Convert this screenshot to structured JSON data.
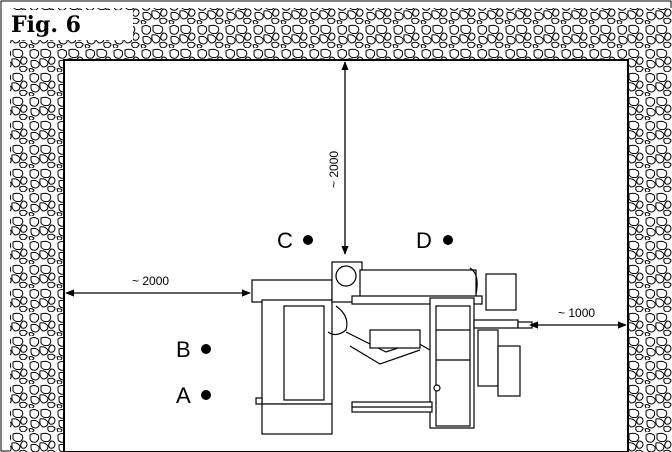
{
  "figure_label": "Fig. 6",
  "points": [
    {
      "id": "C",
      "label": "C"
    },
    {
      "id": "D",
      "label": "D"
    },
    {
      "id": "B",
      "label": "B"
    },
    {
      "id": "A",
      "label": "A"
    }
  ],
  "dimensions": {
    "top_clearance": "~ 2000",
    "left_clearance": "~ 2000",
    "right_clearance": "~ 1000"
  }
}
